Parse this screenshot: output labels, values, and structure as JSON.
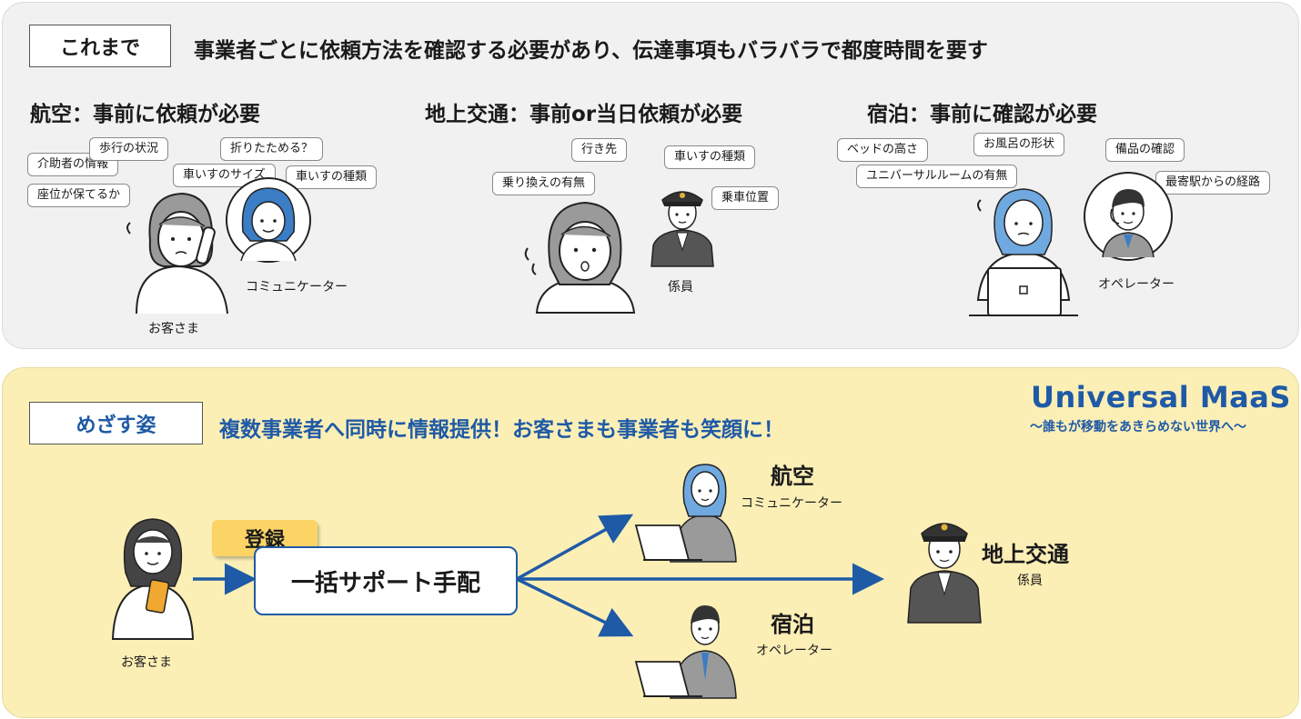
{
  "top": {
    "tag": "これまで",
    "headline": "事業者ごとに依頼方法を確認する必要があり、伝達事項もバラバラで都度時間を要す",
    "sections": [
      {
        "title": "航空：事前に依頼が必要",
        "bubbles": [
          "介助者の情報",
          "歩行の状況",
          "折りたためる？",
          "車いすのサイズ",
          "車いすの種類",
          "座位が保てるか"
        ],
        "customer_caption": "お客さま",
        "staff_caption": "コミュニケーター"
      },
      {
        "title": "地上交通：事前or当日依頼が必要",
        "bubbles": [
          "行き先",
          "車いすの種類",
          "乗り換えの有無",
          "乗車位置"
        ],
        "staff_caption": "係員"
      },
      {
        "title": "宿泊：事前に確認が必要",
        "bubbles": [
          "ベッドの高さ",
          "お風呂の形状",
          "備品の確認",
          "ユニバーサルルームの有無",
          "最寄駅からの経路"
        ],
        "staff_caption": "オペレーター"
      }
    ]
  },
  "bottom": {
    "tag": "めざす姿",
    "headline": "複数事業者へ同時に情報提供！お客さまも事業者も笑顔に！",
    "logo_title": "Universal MaaS",
    "logo_subtitle": "～誰もが移動をあきらめない世界へ～",
    "customer_caption": "お客さま",
    "register_label": "登録",
    "bulk_label": "一括サポート手配",
    "destinations": [
      {
        "title": "航空",
        "sub": "コミュニケーター"
      },
      {
        "title": "地上交通",
        "sub": "係員"
      },
      {
        "title": "宿泊",
        "sub": "オペレーター"
      }
    ]
  },
  "colors": {
    "accent_blue": "#1f5aa6",
    "top_bg": "#f1f1f1",
    "bottom_bg": "#fcefb6",
    "tag_yellow": "#fcd466"
  }
}
